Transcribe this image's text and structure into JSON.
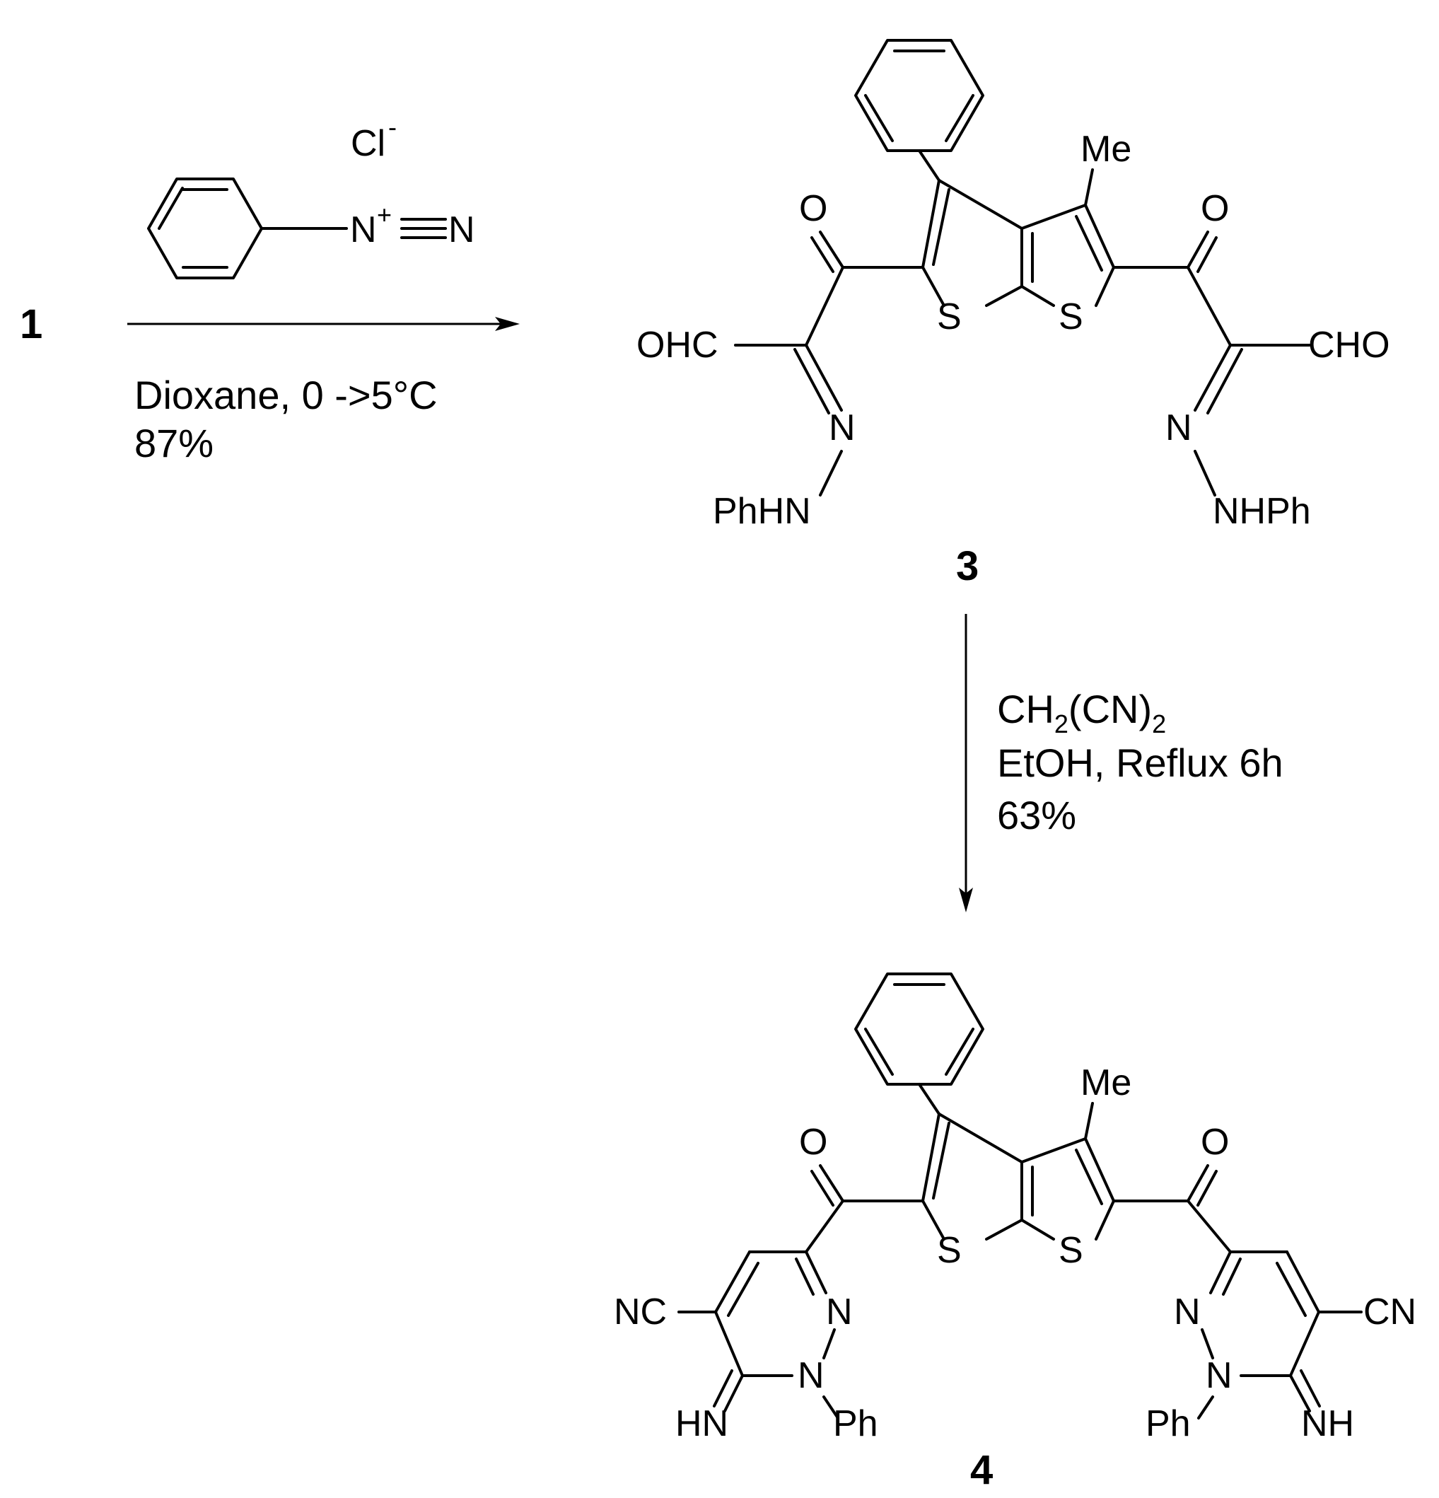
{
  "compounds": {
    "c1": "1",
    "c3": "3",
    "c4": "4"
  },
  "step1": {
    "reagent_counterion": "Cl",
    "reagent_counterion_charge": "-",
    "reagent_cation_N": "N",
    "reagent_cation_charge": "+",
    "reagent_terminal_N": "N",
    "solvent_temp": "Dioxane, 0 ->5°C",
    "yield": "87%"
  },
  "step2": {
    "reagent_a": "CH",
    "reagent_a_sub": "2",
    "reagent_b": "(CN)",
    "reagent_b_sub": "2",
    "solvent": "EtOH, Reflux 6h",
    "yield": "63%"
  },
  "atoms3": {
    "me": "Me",
    "o_left": "O",
    "o_right": "O",
    "s_left": "S",
    "s_right": "S",
    "cho_left": "OHC",
    "cho_right": "CHO",
    "n_left": "N",
    "n_right": "N",
    "nh_left": "PhHN",
    "nh_right": "NHPh"
  },
  "atoms4": {
    "me": "Me",
    "o_left": "O",
    "o_right": "O",
    "s_left": "S",
    "s_right": "S",
    "nc_left": "NC",
    "cn_right": "CN",
    "n_left_a": "N",
    "n_left_b": "N",
    "n_right_a": "N",
    "n_right_b": "N",
    "hn_left": "HN",
    "nh_right": "NH",
    "ph_left": "Ph",
    "ph_right": "Ph"
  }
}
